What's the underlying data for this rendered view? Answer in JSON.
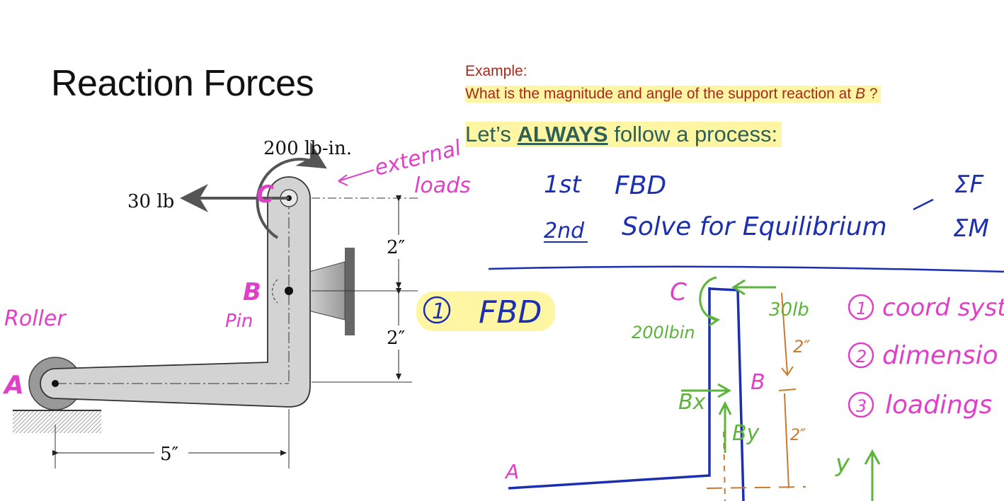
{
  "slide": {
    "title": "Reaction Forces",
    "example_label": "Example:",
    "question_prefix": "What is the magnitude and angle of the support reaction at ",
    "question_var": "B",
    "question_suffix": " ?",
    "process_prefix": "Let’s ",
    "process_emphasis": "ALWAYS",
    "process_suffix": " follow a process:"
  },
  "figure": {
    "moment_label": "200 lb-in.",
    "force_label": "30 lb",
    "dim_top": "2″",
    "dim_bottom": "2″",
    "dim_horizontal": "5″"
  },
  "annotations": {
    "external_loads": [
      "external",
      "loads"
    ],
    "label_c": "C",
    "label_b": "B",
    "label_a": "A",
    "roller": "Roller",
    "pin": "Pin",
    "step1_num": "1st",
    "step1_text": "FBD",
    "step2_num": "2nd",
    "step2_text": "Solve for Equilibrium",
    "sum_f": "ΣF",
    "sum_m": "ΣM",
    "fbd_step_num": "1",
    "fbd_step_text": "FBD",
    "fbd_moment": "200lbin",
    "fbd_force": "30lb",
    "fbd_dim_top": "2″",
    "fbd_dim_bottom": "2″",
    "fbd_c": "C",
    "fbd_b": "B",
    "fbd_a": "A",
    "fbd_bx": "Bx",
    "fbd_by": "By",
    "fbd_y": "y",
    "checklist": [
      {
        "num": "1",
        "text": "coord syste"
      },
      {
        "num": "2",
        "text": "dimensio"
      },
      {
        "num": "3",
        "text": "loadings"
      }
    ]
  },
  "colors": {
    "magenta": "#e040c8",
    "blue": "#1c2fb0",
    "green": "#5cb53a",
    "orange": "#c87a2e",
    "question_red": "#a52a1c",
    "highlight": "#fff6a3"
  }
}
